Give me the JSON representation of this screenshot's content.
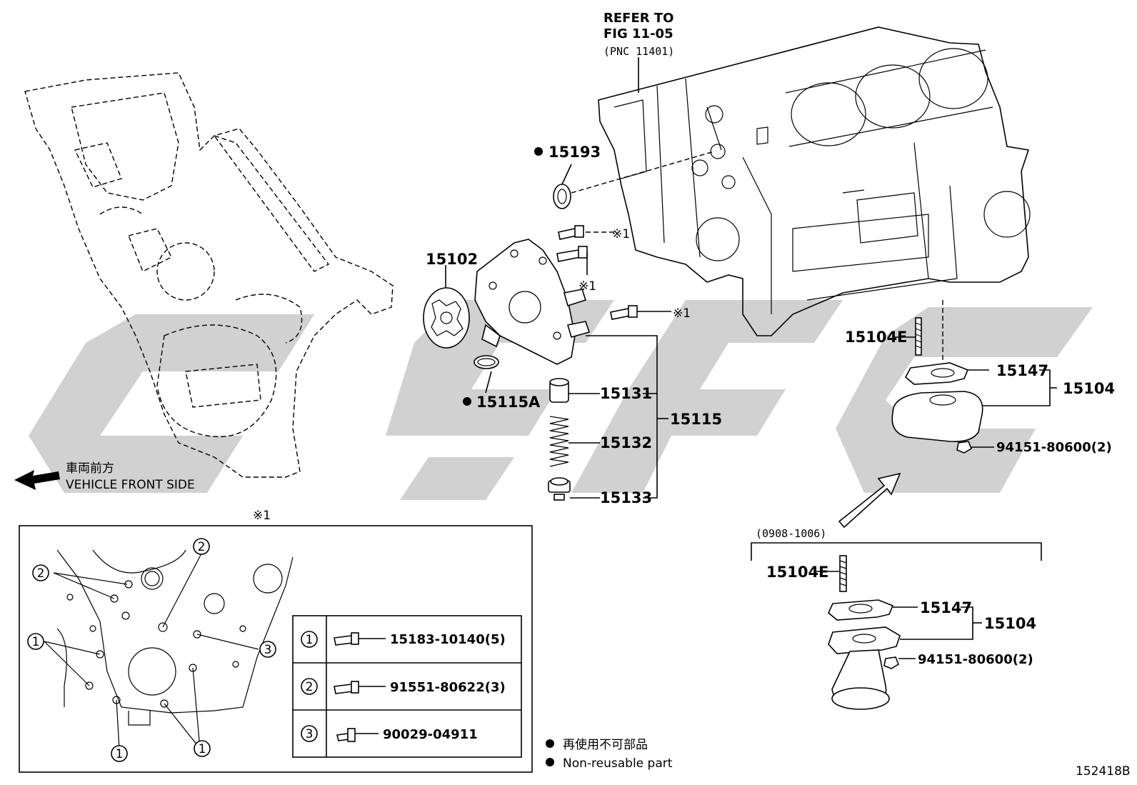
{
  "labels": {
    "refer_line1": "REFER TO",
    "refer_line2": "FIG 11-05",
    "refer_line3": "(PNC 11401)",
    "p15193": "15193",
    "p15102": "15102",
    "p15115A": "15115A",
    "p15131": "15131",
    "p15132": "15132",
    "p15133": "15133",
    "p15115": "15115",
    "p15104E_upper": "15104E",
    "p15147_upper": "15147",
    "p15104_upper": "15104",
    "p94151_upper": "94151-80600(2)",
    "range_code": "(0908-1006)",
    "p15104E_lower": "15104E",
    "p15147_lower": "15147",
    "p15104_lower": "15104",
    "p94151_lower": "94151-80600(2)",
    "ref_mark": "※1",
    "ref_mark_inset": "※1",
    "vehicle_front_jp": "車両前方",
    "vehicle_front_en": "VEHICLE FRONT SIDE",
    "legend_jp": "再使用不可部品",
    "legend_en": "Non-reusable part",
    "figure_id": "152418B"
  },
  "bolt_table": [
    {
      "num": "1",
      "part": "15183-10140(5)"
    },
    {
      "num": "2",
      "part": "91551-80622(3)"
    },
    {
      "num": "3",
      "part": "90029-04911"
    }
  ],
  "callouts": {
    "c1": "1",
    "c2": "2",
    "c3": "3"
  },
  "watermark": {
    "color": "#c9c9c9"
  }
}
